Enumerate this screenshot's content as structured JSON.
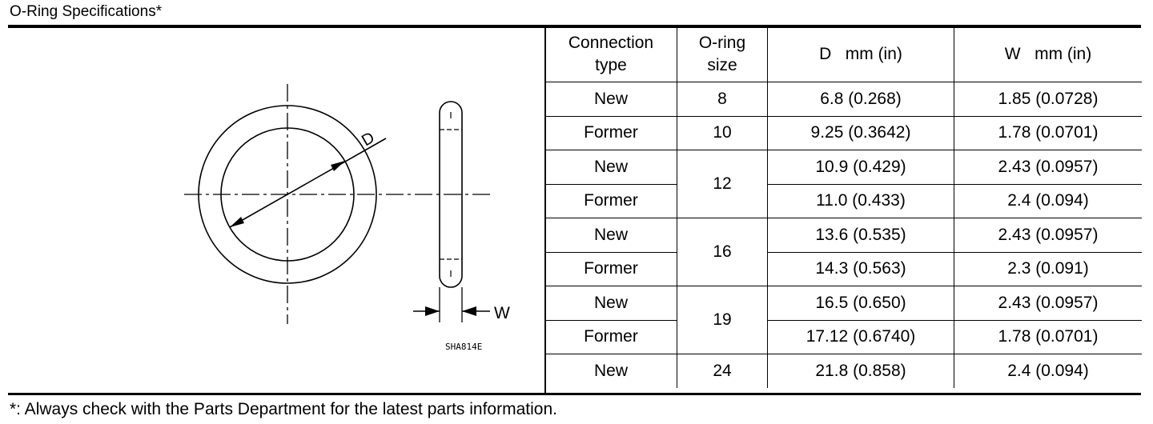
{
  "title": "O-Ring Specifications*",
  "figure": {
    "label_d": "D",
    "label_w": "W",
    "code": "SHA814E"
  },
  "table": {
    "headers": {
      "connection_line1": "Connection",
      "connection_line2": "type",
      "size_line1": "O-ring",
      "size_line2": "size",
      "d": "D   mm (in)",
      "w": "W   mm (in)"
    },
    "rows": [
      {
        "type": "New",
        "size": "8",
        "d": "6.8 (0.268)",
        "w": "1.85 (0.0728)"
      },
      {
        "type": "Former",
        "size": "10",
        "d": "9.25 (0.3642)",
        "w": "1.78 (0.0701)"
      },
      {
        "type": "New",
        "size": "12",
        "d": "10.9 (0.429)",
        "w": "2.43 (0.0957)"
      },
      {
        "type": "Former",
        "size": "",
        "d": "11.0 (0.433)",
        "w": "2.4 (0.094)"
      },
      {
        "type": "New",
        "size": "16",
        "d": "13.6 (0.535)",
        "w": "2.43 (0.0957)"
      },
      {
        "type": "Former",
        "size": "",
        "d": "14.3 (0.563)",
        "w": "2.3 (0.091)"
      },
      {
        "type": "New",
        "size": "19",
        "d": "16.5 (0.650)",
        "w": "2.43 (0.0957)"
      },
      {
        "type": "Former",
        "size": "",
        "d": "17.12 (0.6740)",
        "w": "1.78 (0.0701)"
      },
      {
        "type": "New",
        "size": "24",
        "d": "21.8 (0.858)",
        "w": "2.4 (0.094)"
      }
    ]
  },
  "footnote": "*: Always check with the Parts Department for the latest parts information."
}
